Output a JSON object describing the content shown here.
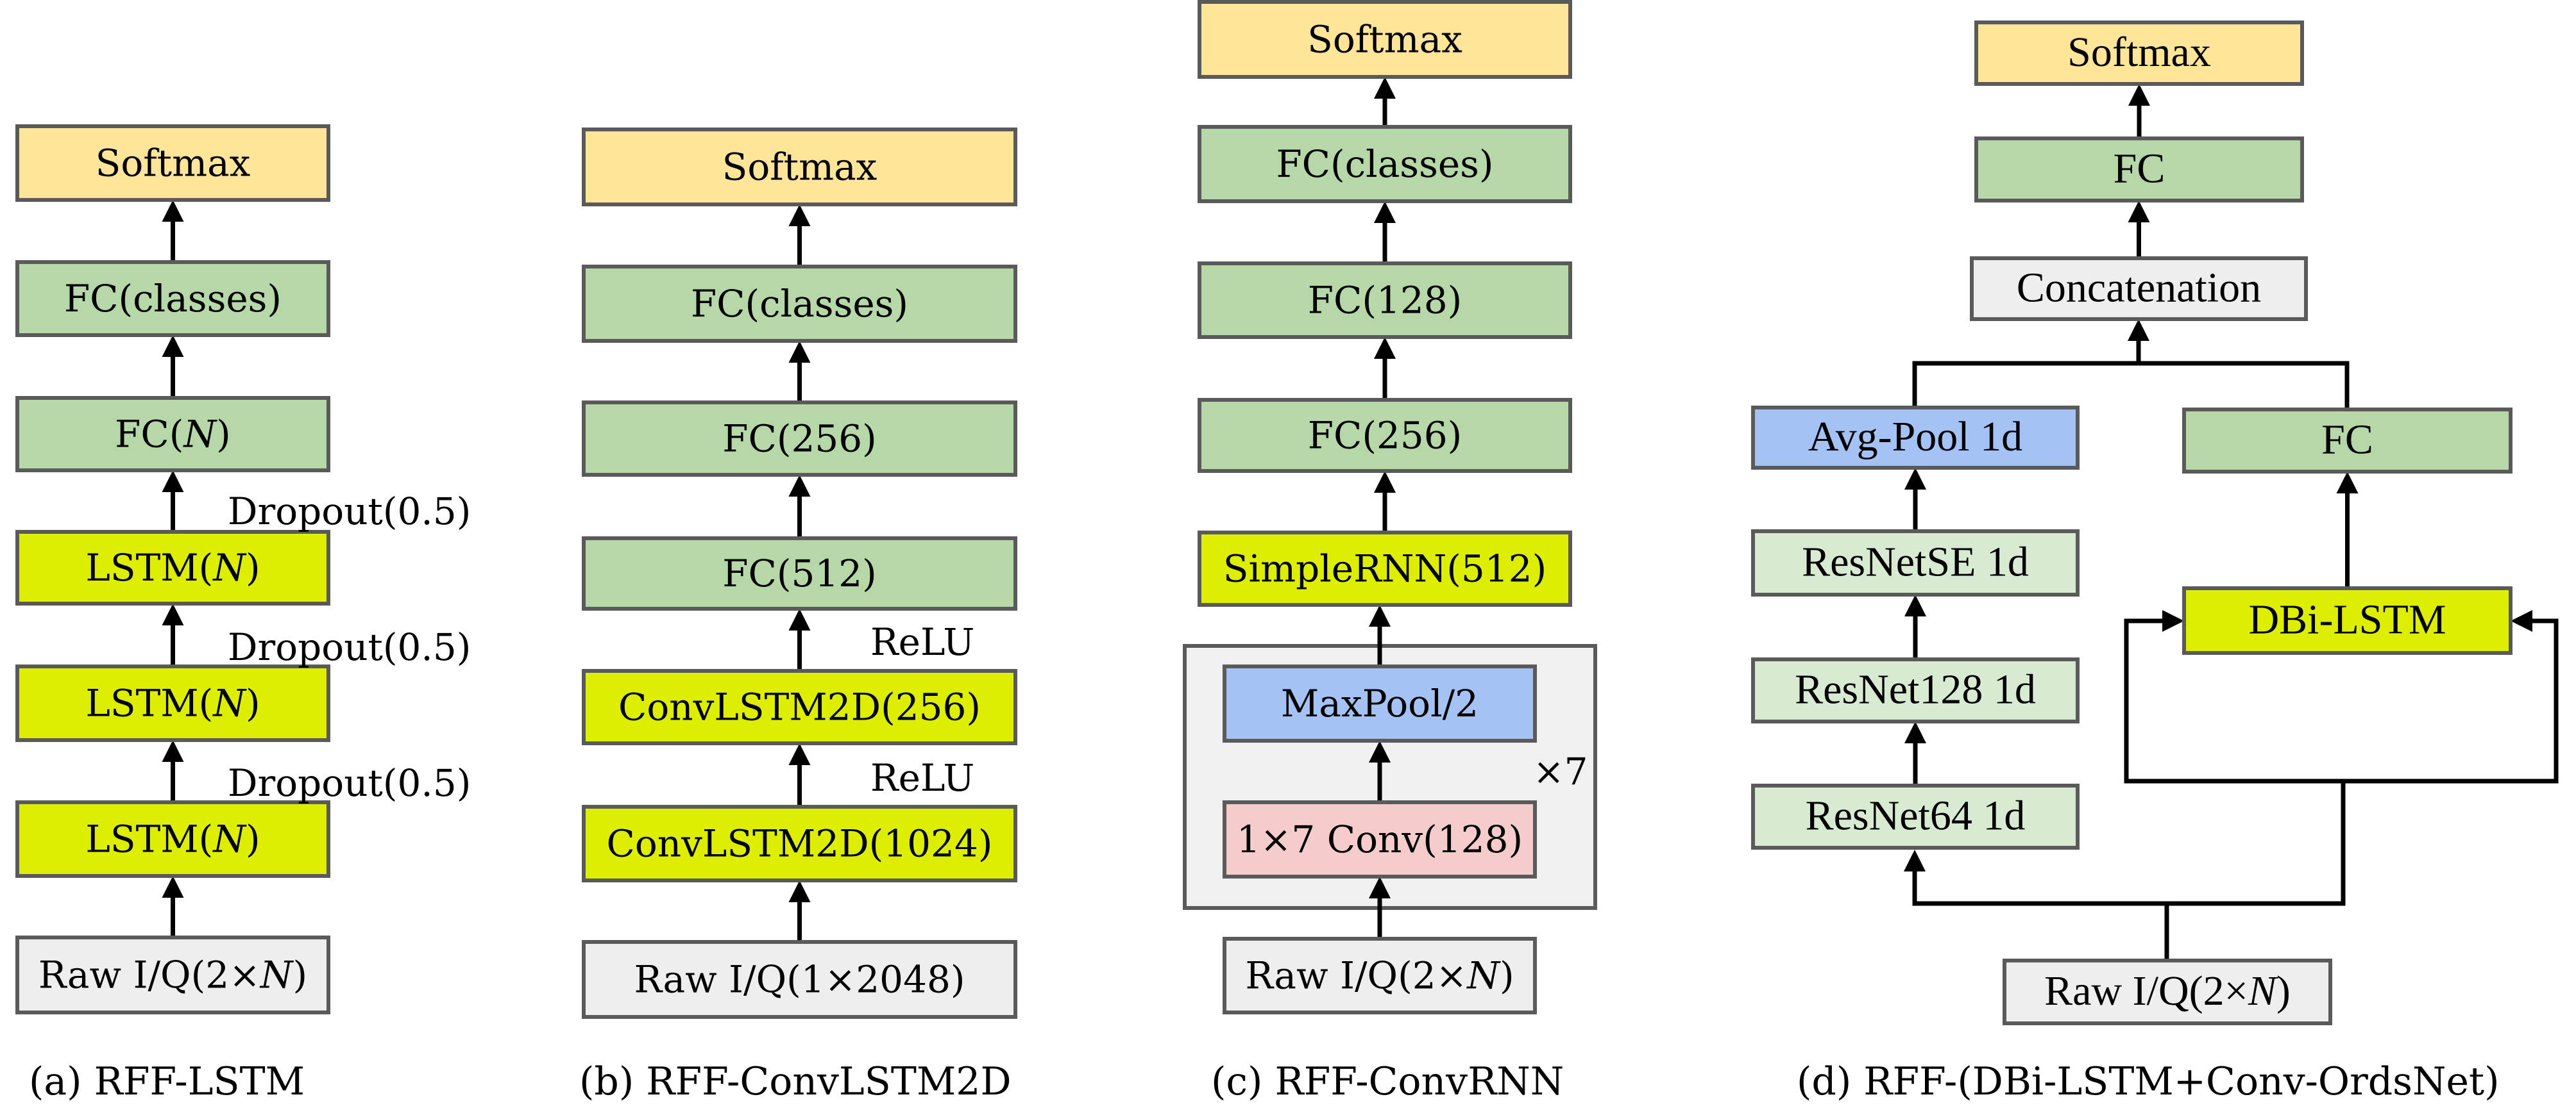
{
  "figure": {
    "colors": {
      "softmax": "#FFE599",
      "fc": "#B6D7A8",
      "recurrent": "#DDEE00",
      "input": "#EEEEEE",
      "pool": "#A4C2F4",
      "conv": "#F4CCCC",
      "resnet": "#D9EAD3",
      "container": "#F0F0F0",
      "border": "#5A5A5A",
      "arrow": "#000000"
    },
    "panels": [
      {
        "id": "a",
        "caption": "(a) RFF-LSTM",
        "nodes": [
          {
            "id": "a_softmax",
            "label": "Softmax",
            "kind": "softmax"
          },
          {
            "id": "a_fc_classes",
            "label": "FC(classes)",
            "kind": "fc"
          },
          {
            "id": "a_fc_n",
            "label": "FC(N)",
            "kind": "fc",
            "italic": "N"
          },
          {
            "id": "a_lstm1",
            "label": "LSTM(N)",
            "kind": "recurrent",
            "italic": "N"
          },
          {
            "id": "a_lstm2",
            "label": "LSTM(N)",
            "kind": "recurrent",
            "italic": "N"
          },
          {
            "id": "a_lstm3",
            "label": "LSTM(N)",
            "kind": "recurrent",
            "italic": "N"
          },
          {
            "id": "a_input",
            "label": "Raw I/Q(2×N)",
            "kind": "input",
            "italic": "N"
          }
        ],
        "annotations": [
          {
            "id": "a_drop1",
            "text": "Dropout(0.5)"
          },
          {
            "id": "a_drop2",
            "text": "Dropout(0.5)"
          },
          {
            "id": "a_drop3",
            "text": "Dropout(0.5)"
          }
        ]
      },
      {
        "id": "b",
        "caption": "(b) RFF-ConvLSTM2D",
        "nodes": [
          {
            "id": "b_softmax",
            "label": "Softmax",
            "kind": "softmax"
          },
          {
            "id": "b_fc_classes",
            "label": "FC(classes)",
            "kind": "fc"
          },
          {
            "id": "b_fc256",
            "label": "FC(256)",
            "kind": "fc"
          },
          {
            "id": "b_fc512",
            "label": "FC(512)",
            "kind": "fc"
          },
          {
            "id": "b_convlstm256",
            "label": "ConvLSTM2D(256)",
            "kind": "recurrent"
          },
          {
            "id": "b_convlstm1024",
            "label": "ConvLSTM2D(1024)",
            "kind": "recurrent"
          },
          {
            "id": "b_input",
            "label": "Raw I/Q(1×2048)",
            "kind": "input"
          }
        ],
        "annotations": [
          {
            "id": "b_relu1",
            "text": "ReLU"
          },
          {
            "id": "b_relu2",
            "text": "ReLU"
          }
        ]
      },
      {
        "id": "c",
        "caption": "(c) RFF-ConvRNN",
        "nodes": [
          {
            "id": "c_softmax",
            "label": "Softmax",
            "kind": "softmax"
          },
          {
            "id": "c_fc_classes",
            "label": "FC(classes)",
            "kind": "fc"
          },
          {
            "id": "c_fc128",
            "label": "FC(128)",
            "kind": "fc"
          },
          {
            "id": "c_fc256",
            "label": "FC(256)",
            "kind": "fc"
          },
          {
            "id": "c_simplernn",
            "label": "SimpleRNN(512)",
            "kind": "recurrent"
          },
          {
            "id": "c_maxpool",
            "label": "MaxPool/2",
            "kind": "pool"
          },
          {
            "id": "c_conv",
            "label": "1×7 Conv(128)",
            "kind": "conv"
          },
          {
            "id": "c_input",
            "label": "Raw I/Q(2×N)",
            "kind": "input",
            "italic": "N"
          }
        ],
        "annotations": [
          {
            "id": "c_repeat",
            "text": "×7"
          }
        ]
      },
      {
        "id": "d",
        "caption": "(d) RFF-(DBi-LSTM+Conv-OrdsNet)",
        "nodes": [
          {
            "id": "d_softmax",
            "label": "Softmax",
            "kind": "softmax"
          },
          {
            "id": "d_fc_top",
            "label": "FC",
            "kind": "fc"
          },
          {
            "id": "d_concat",
            "label": "Concatenation",
            "kind": "input"
          },
          {
            "id": "d_avgpool",
            "label": "Avg-Pool 1d",
            "kind": "pool"
          },
          {
            "id": "d_fc_right",
            "label": "FC",
            "kind": "fc"
          },
          {
            "id": "d_resnetse",
            "label": "ResNetSE 1d",
            "kind": "resnet"
          },
          {
            "id": "d_resnet128",
            "label": "ResNet128 1d",
            "kind": "resnet"
          },
          {
            "id": "d_resnet64",
            "label": "ResNet64 1d",
            "kind": "resnet"
          },
          {
            "id": "d_dbilstm",
            "label": "DBi-LSTM",
            "kind": "recurrent"
          },
          {
            "id": "d_input",
            "label": "Raw I/Q(2×N)",
            "kind": "input",
            "italic": "N"
          }
        ],
        "annotations": []
      }
    ],
    "edges": [
      [
        "a_input",
        "a_lstm3"
      ],
      [
        "a_lstm3",
        "a_lstm2"
      ],
      [
        "a_lstm2",
        "a_lstm1"
      ],
      [
        "a_lstm1",
        "a_fc_n"
      ],
      [
        "a_fc_n",
        "a_fc_classes"
      ],
      [
        "a_fc_classes",
        "a_softmax"
      ],
      [
        "b_input",
        "b_convlstm1024"
      ],
      [
        "b_convlstm1024",
        "b_convlstm256"
      ],
      [
        "b_convlstm256",
        "b_fc512"
      ],
      [
        "b_fc512",
        "b_fc256"
      ],
      [
        "b_fc256",
        "b_fc_classes"
      ],
      [
        "b_fc_classes",
        "b_softmax"
      ],
      [
        "c_input",
        "c_conv"
      ],
      [
        "c_conv",
        "c_maxpool"
      ],
      [
        "c_maxpool",
        "c_simplernn"
      ],
      [
        "c_simplernn",
        "c_fc256"
      ],
      [
        "c_fc256",
        "c_fc128"
      ],
      [
        "c_fc128",
        "c_fc_classes"
      ],
      [
        "c_fc_classes",
        "c_softmax"
      ],
      [
        "d_input",
        "d_resnet64"
      ],
      [
        "d_input",
        "d_dbilstm"
      ],
      [
        "d_resnet64",
        "d_resnet128"
      ],
      [
        "d_resnet128",
        "d_resnetse"
      ],
      [
        "d_resnetse",
        "d_avgpool"
      ],
      [
        "d_dbilstm",
        "d_fc_right"
      ],
      [
        "d_avgpool",
        "d_concat"
      ],
      [
        "d_fc_right",
        "d_concat"
      ],
      [
        "d_concat",
        "d_fc_top"
      ],
      [
        "d_fc_top",
        "d_softmax"
      ]
    ]
  }
}
